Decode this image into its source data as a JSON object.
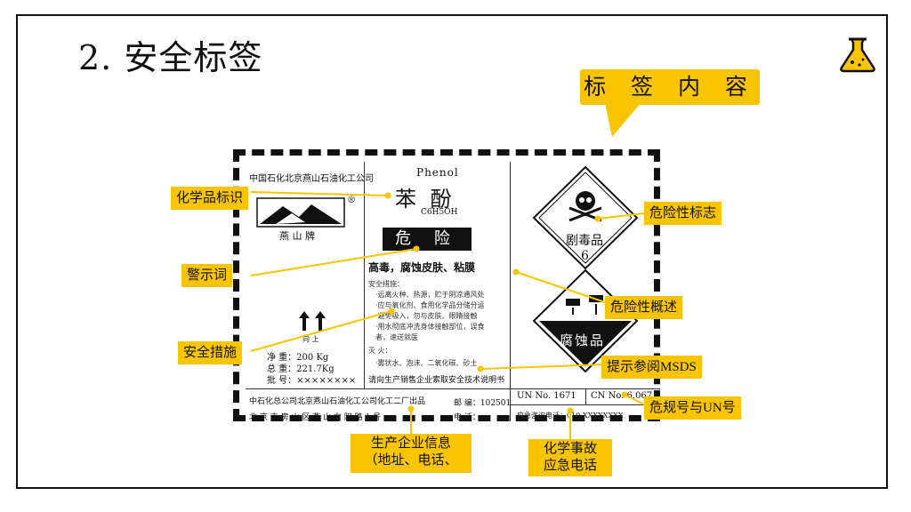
{
  "slide": {
    "title": "2. 安全标签",
    "callout": "标 签 内 容"
  },
  "label": {
    "company_top": "中国石化北京燕山石油化工公司",
    "brand": "燕 山 牌",
    "name_en": "Phenol",
    "name_cn": "苯 酚",
    "formula": "C6H5OH",
    "signal_word": "危 险",
    "hazard_summary": "高毒，腐蚀皮肤、粘膜",
    "precautions_title": "安全措施：",
    "precautions": [
      "·远离火种、热源，贮于阴凉通风处",
      "·应与氧化剂、食用化学品分储分运",
      "·避免吸入，勿与皮肤、眼睛接触",
      "·用水彻底冲洗身体接触部位，误食",
      "  者，速送就医"
    ],
    "fire_line": "灭  火：",
    "fire_text": "·雾状水、泡沫、二氧化碳、砂土",
    "msds_note": "请向生产销售企业索取安全技术说明书",
    "arrows_caption": "向 上",
    "weights": [
      "净  重：200 Kg",
      "总  重：221.7Kg",
      "批  号：××××××××"
    ],
    "producer": "中石化总公司北京燕山石油化工公司化工二厂出品",
    "postcode": "邮 编：102501",
    "address": "北 京 市 房 山 区 燕 山 向 阳 路 1 号",
    "phone": "电 话：",
    "un_no": "UN No.  1671",
    "cn_no": "CN No.  6.067",
    "emergency_phone": "应急咨询电话：010-XXXXXXXX",
    "pictogram_toxic": "剧毒品",
    "pictogram_toxic_class": "6",
    "pictogram_corrosive": "腐蚀品"
  },
  "annotations": {
    "chem_id": "化学品标识",
    "signal": "警示词",
    "safety": "安全措施",
    "hazard_sign": "危险性标志",
    "hazard_overview": "危险性概述",
    "msds": "提示参阅MSDS",
    "un_numbers": "危规号与UN号",
    "producer_info_l1": "生产企业信息",
    "producer_info_l2": "（地址、电话、",
    "emergency_l1": "化学事故",
    "emergency_l2": "应急电话"
  },
  "colors": {
    "accent": "#f9c400",
    "line": "#111111"
  }
}
